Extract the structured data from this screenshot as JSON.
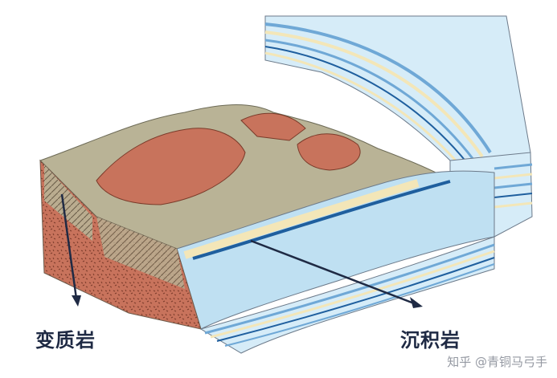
{
  "labels": {
    "metamorphic": "变质岩",
    "sedimentary": "沉积岩"
  },
  "watermark": "知乎 @青铜马弓手",
  "colors": {
    "rust_rock": "#c8735c",
    "tan_rock": "#b9b396",
    "light_blue": "#bfe0f2",
    "mid_blue": "#6fa8d6",
    "dark_blue": "#1f5f9e",
    "cream": "#f3e6b8",
    "arrow": "#1f2a44"
  }
}
